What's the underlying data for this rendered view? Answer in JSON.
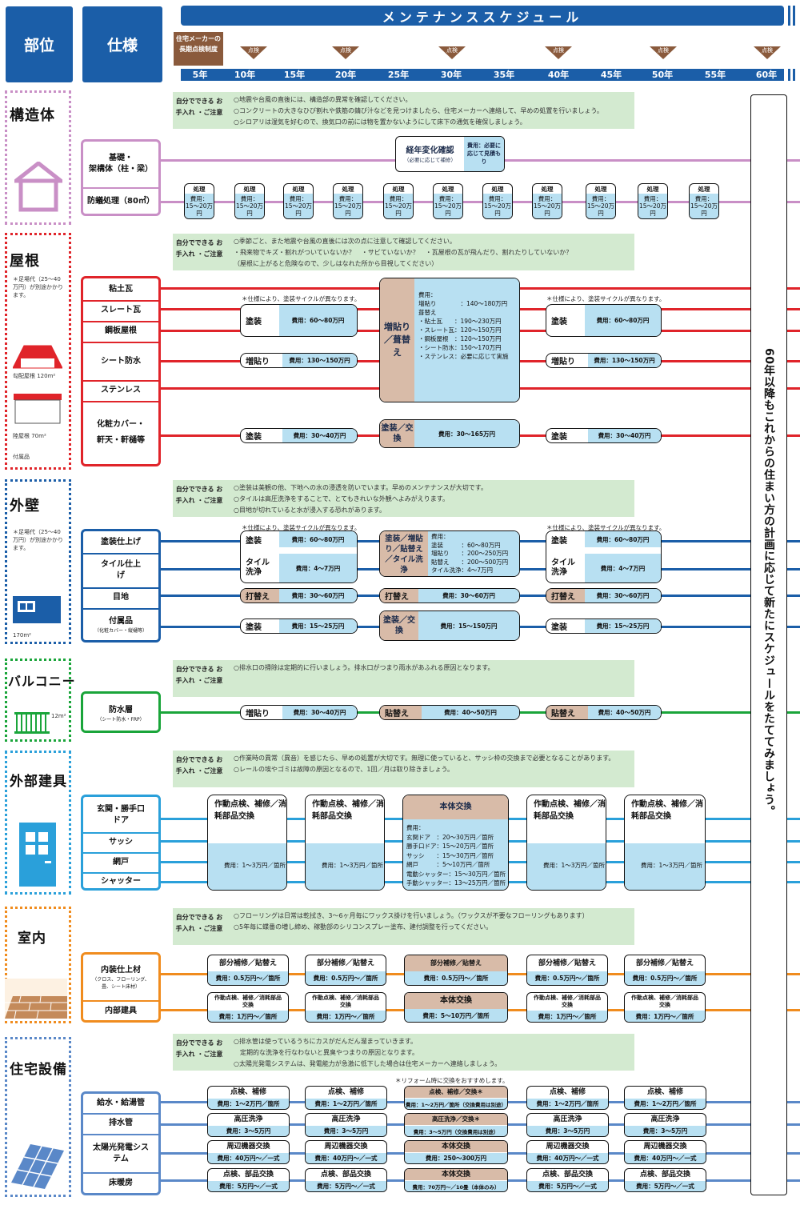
{
  "header": {
    "part": "部位",
    "spec": "仕様",
    "title": "メンテナンススケジュール",
    "system": "住宅メーカーの長期点検制度",
    "check": "点検",
    "years": [
      "5年",
      "10年",
      "15年",
      "20年",
      "25年",
      "30年",
      "35年",
      "40年",
      "45年",
      "50年",
      "55年",
      "60年"
    ]
  },
  "care_label": "自分でできる お手入れ ・ご注意",
  "right_message": "60年以降もこれからの住まい方の計画に応じて新たにスケジュールをたててみましょう。",
  "structure": {
    "name": "構造体",
    "care": [
      "○地震や台風の直後には、構造部の異常を確認してください。",
      "○コンクリートの大きなひび割れや鉄筋の錆び汁などを見つけましたら、住宅メーカーへ連絡して、早めの処置を行いましょう。",
      "○シロアリは湿気を好むので、換気口の前には物を置かないようにして床下の通気を確保しましょう。"
    ],
    "specs": [
      "基礎・",
      "架構体（柱・梁）",
      "防蟻処理（80㎡）"
    ],
    "aging_title": "経年変化確認",
    "aging_sub": "（必要に応じて補修）",
    "aging_cost": "費用：必要に応じて見積もり",
    "treat_title": "処理",
    "treat_cost": "費用：15〜20万円"
  },
  "roof": {
    "name": "屋根",
    "note": "＊足場代（25〜40万円）が別途かかります。",
    "area1": "勾配屋根 120m²",
    "area2": "陸屋根 70m²",
    "area3": "付属品",
    "care": [
      "○季節ごと、また地震や台風の直後には次の点に注意して確認してください。",
      "・飛来物でキズ・割れがついていないか？　・サビていないか？　・瓦屋根の瓦が飛んだり、割れたりしていないか？",
      "（屋根に上がると危険なので、少しはなれた所から目視してください）"
    ],
    "specs": [
      "粘土瓦",
      "スレート瓦",
      "鋼板屋根",
      "シート防水",
      "ステンレス",
      "化粧カバー・軒天・軒樋等"
    ],
    "cycle_note": "＊仕様により、塗装サイクルが異なります。",
    "paint": "塗装",
    "paint_cost": "費用：60〜80万円",
    "reroof": "増貼り",
    "reroof_cost": "費用：130〜150万円",
    "mid_label": "増貼り／葺替え",
    "mid_lines": [
      "費用：",
      "増貼り　　　　：140〜180万円",
      "葺替え",
      "・粘土瓦　　：190〜230万円",
      "・スレート瓦：120〜150万円",
      "・鋼板屋根　：120〜150万円",
      "・シート防水：150〜170万円",
      "・ステンレス：必要に応じて実施"
    ],
    "acc_paint": "塗装",
    "acc_cost": "費用：30〜40万円",
    "acc_mid_label": "塗装／交換",
    "acc_mid_cost": "費用：30〜165万円"
  },
  "wall": {
    "name": "外壁",
    "note": "＊足場代（25〜40万円）が別途かかります。",
    "area": "170m²",
    "care": [
      "○塗装は美観の他、下地への水の浸透を防いでいます。早めのメンテナンスが大切です。",
      "○タイルは高圧洗浄をすることで、とてもきれいな外観へよみがえります。",
      "○目地が切れていると水が浸入する恐れがあります。"
    ],
    "specs": [
      "塗装仕上げ",
      "タイル仕上げ",
      "目地",
      "付属品",
      "（化粧カバー・縦樋等）"
    ],
    "cycle_note": "＊仕様により、塗装サイクルが異なります。",
    "paint": "塗装",
    "paint_cost": "費用：60〜80万円",
    "tile": "タイル洗浄",
    "tile_cost": "費用：4〜7万円",
    "joint": "打替え",
    "joint_cost": "費用：30〜60万円",
    "acc": "塗装",
    "acc_cost": "費用：15〜25万円",
    "mid_label": "塗装／増貼り／貼替え／タイル洗浄",
    "mid_lines": [
      "費用：",
      "塗装　　　：60〜80万円",
      "増貼り　　：200〜250万円",
      "貼替え　　：200〜500万円",
      "タイル洗浄：4〜7万円"
    ],
    "acc_mid_label": "塗装／交換",
    "acc_mid_cost": "費用：15〜150万円"
  },
  "balcony": {
    "name": "バルコニー",
    "area": "12m²",
    "care": [
      "○排水口の掃除は定期的に行いましょう。排水口がつまり雨水があふれる原因となります。"
    ],
    "specs": [
      "防水層",
      "（シート防水・FRP）"
    ],
    "reroof": "増貼り",
    "reroof_cost": "費用：30〜40万円",
    "replace": "貼替え",
    "replace_cost": "費用：40〜50万円"
  },
  "fittings": {
    "name": "外部建具",
    "care": [
      "○作業時の異常（異音）を感じたら、早めの処置が大切です。無理に使っていると、サッシ枠の交換まで必要となることがあります。",
      "○レールの埃やゴミは故障の原因となるので、1回／月は取り除きましょう。"
    ],
    "specs": [
      "玄関・勝手口ドア",
      "サッシ",
      "網戸",
      "シャッター"
    ],
    "box_title": "作動点検、補修／消耗部品交換",
    "box_cost": "費用：1〜3万円／箇所",
    "mid_title": "本体交換",
    "mid_lines": [
      "費用：",
      "玄関ドア　：20〜30万円／箇所",
      "勝手口ドア：15〜20万円／箇所",
      "サッシ　　：15〜30万円／箇所",
      "網戸　　　：5〜10万円／箇所",
      "電動シャッター：15〜30万円／箇所",
      "手動シャッター：13〜25万円／箇所"
    ]
  },
  "interior": {
    "name": "室内",
    "care": [
      "○フローリングは日常は乾拭き、3〜6ヶ月毎にワックス掛けを行いましょう。（ワックスが不要なフローリングもあります）",
      "○5年毎に蝶番の増し締め、稼動部のシリコンスプレー塗布、建付調整を行ってください。"
    ],
    "specs": [
      "内装仕上材",
      "（クロス、フローリング、畳、シート床材）",
      "内部建具"
    ],
    "repair": "部分補修／貼替え",
    "repair_cost": "費用：0.5万円〜／箇所",
    "fit": "作動点検、補修／消耗部品交換",
    "fit_cost": "費用：1万円〜／箇所",
    "mid_fit": "本体交換",
    "mid_fit_cost": "費用：5〜10万円／箇所"
  },
  "equipment": {
    "name": "住宅設備",
    "care": [
      "○排水管は使っているうちにカスがだんだん溜まっていきます。",
      "　定期的な洗浄を行なわないと異臭やつまりの原因となります。",
      "○太陽光発電システムは、発電能力が急激に低下した場合は住宅メーカーへ連絡しましょう。"
    ],
    "reform_note": "＊リフォーム時に交換をおすすめします。",
    "specs": [
      "給水・給湯管",
      "排水管",
      "太陽光発電システム",
      "床暖房"
    ],
    "rows": [
      {
        "t": "点検、補修",
        "c": "費用：1〜2万円／箇所",
        "mt": "点検、補修／交換＊",
        "mc": "費用：1〜2万円／箇所（交換費用は別途）"
      },
      {
        "t": "高圧洗浄",
        "c": "費用：3〜5万円",
        "mt": "高圧洗浄／交換＊",
        "mc": "費用：3〜5万円（交換費用は別途）"
      },
      {
        "t": "周辺機器交換",
        "c": "費用：40万円〜／一式",
        "mt": "本体交換",
        "mc": "費用：250〜300万円"
      },
      {
        "t": "点検、部品交換",
        "c": "費用：5万円〜／一式",
        "mt": "本体交換",
        "mc": "費用：70万円〜／10畳（本体のみ）"
      }
    ]
  },
  "colors": {
    "navy": "#1b5ea8",
    "brown": "#8a5a3c",
    "tan": "#d8bba8",
    "lightblue": "#b8e0f2",
    "green_bg": "#d3ead0",
    "structure": "#c98fc6",
    "roof": "#e0242a",
    "wall": "#1b5ea8",
    "balcony": "#1aa53a",
    "fittings": "#2aa0da",
    "interior": "#f08c1e",
    "equipment": "#5a88c8"
  }
}
